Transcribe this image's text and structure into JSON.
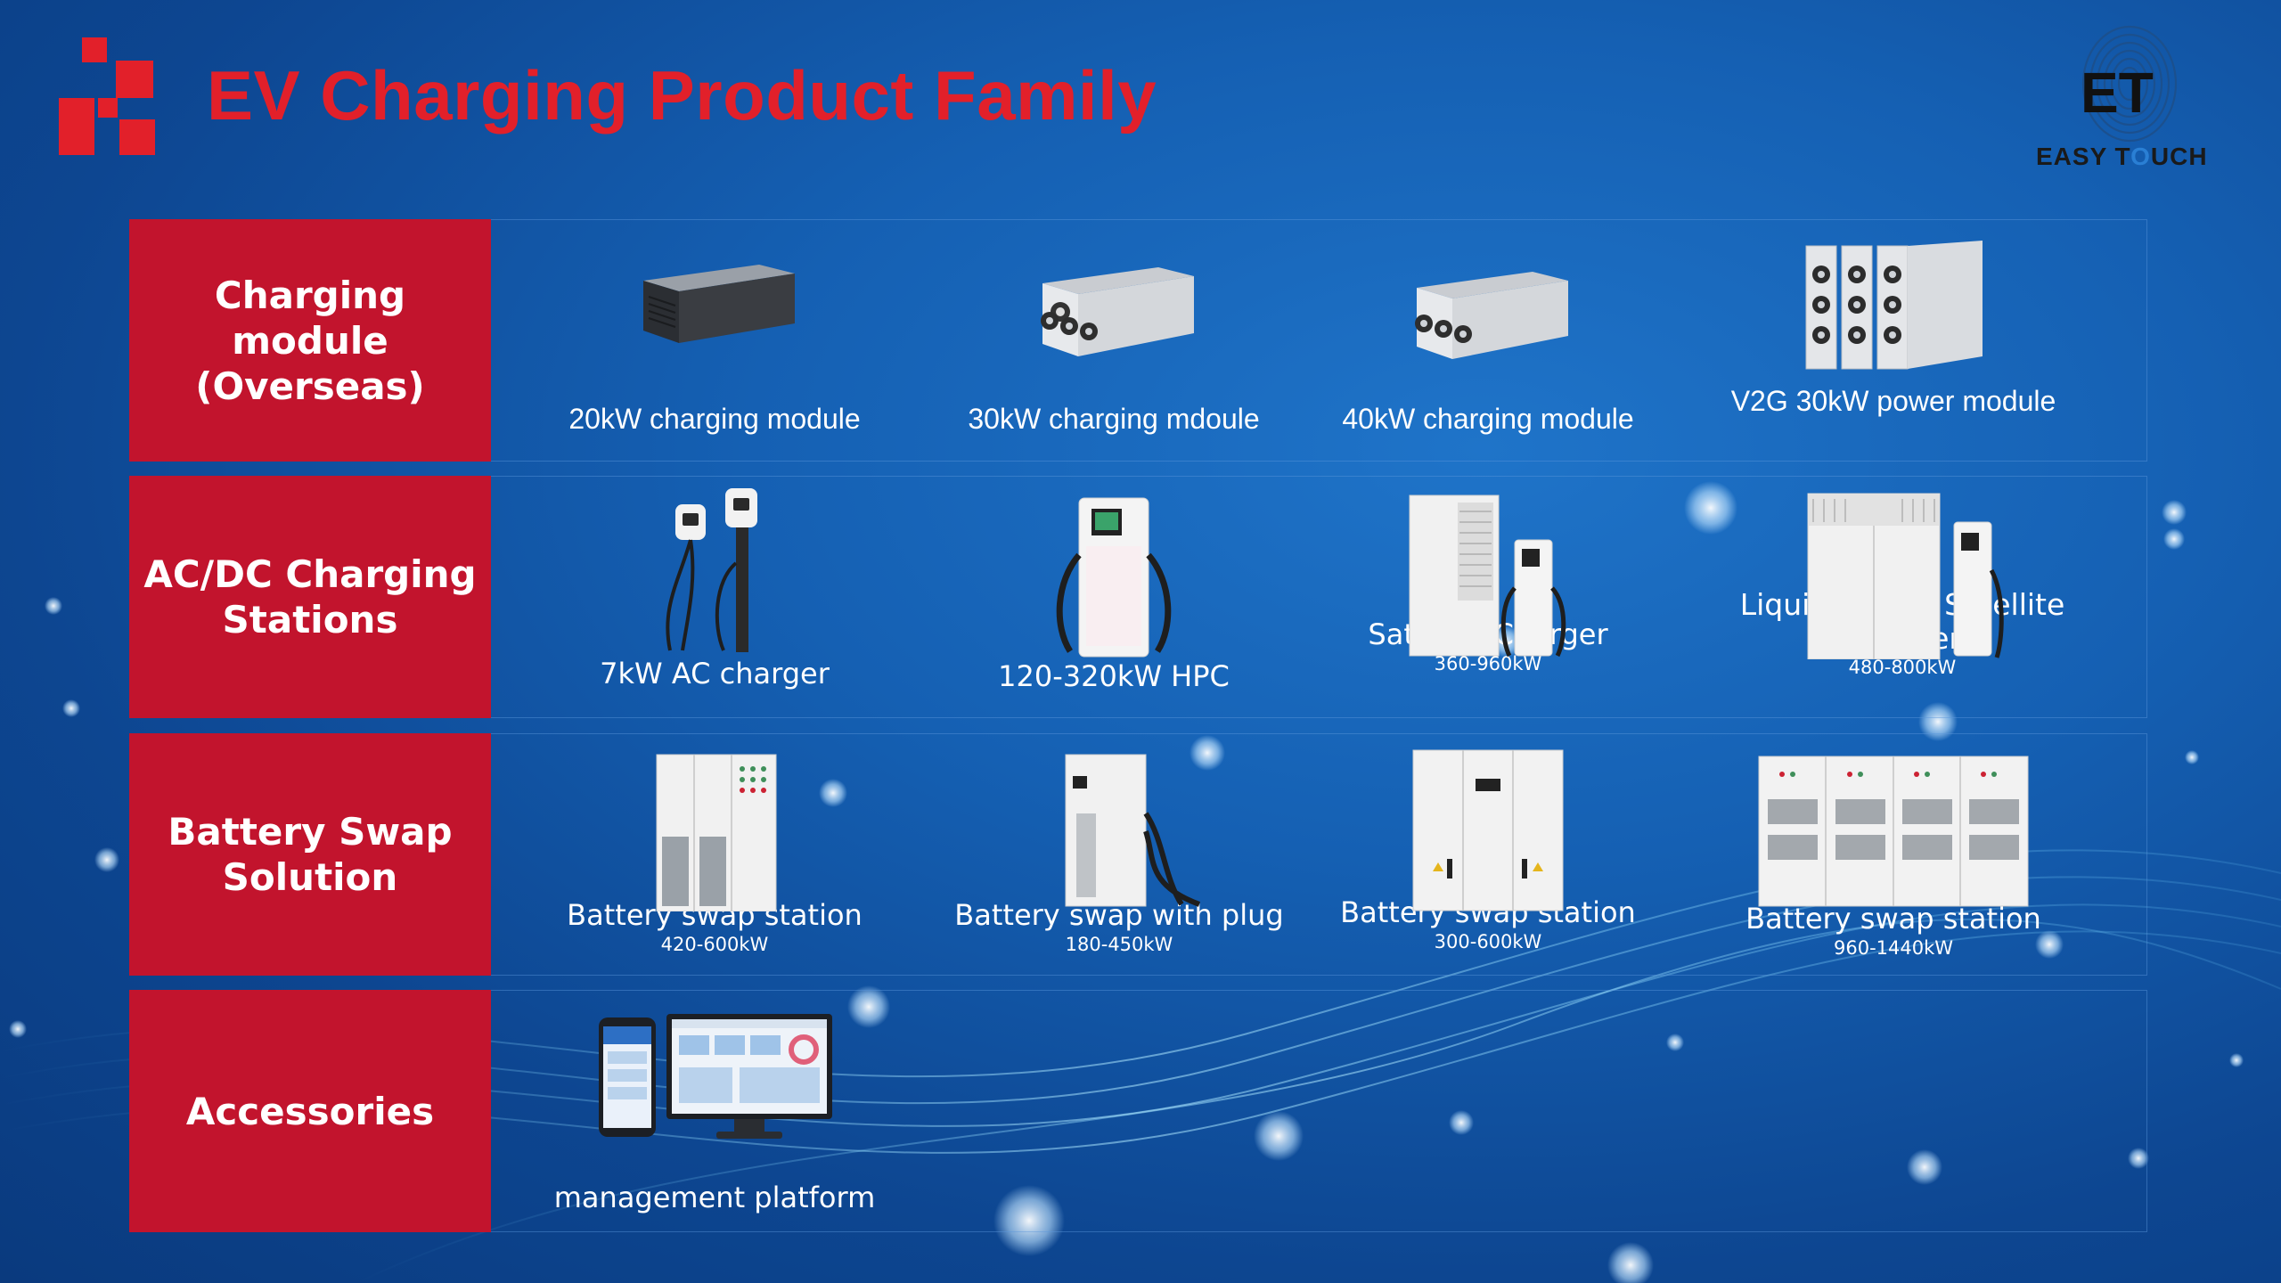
{
  "title": "EV Charging Product Family",
  "brand": {
    "prefix": "EASY T",
    "highlight": "O",
    "suffix": "UCH",
    "monogram": "ET"
  },
  "colors": {
    "accent_red": "#e2202a",
    "category_red": "#c2142d",
    "background_blue": "#1560b3"
  },
  "categories": [
    {
      "label": "Charging\nmodule\n(Overseas)",
      "items": [
        {
          "name": "20kW charging module",
          "icon": "charging-module-black-icon"
        },
        {
          "name": "30kW charging mdoule",
          "icon": "charging-module-3fan-icon"
        },
        {
          "name": "40kW charging module",
          "icon": "charging-module-3fan-icon"
        },
        {
          "name": "V2G 30kW power module",
          "icon": "v2g-power-module-icon"
        }
      ]
    },
    {
      "label": "AC/DC Charging\nStations",
      "items": [
        {
          "name": "7kW AC charger",
          "spec": "",
          "icon": "ac-charger-icon"
        },
        {
          "name": "120-320kW HPC",
          "spec": "",
          "icon": "hpc-charger-icon"
        },
        {
          "name": "Satellite Charger",
          "spec": "360-960kW",
          "icon": "satellite-charger-icon"
        },
        {
          "name": "Liquid cooled Satellite Charger",
          "spec": "480-800kW",
          "icon": "liquid-cooled-charger-icon"
        }
      ]
    },
    {
      "label": "Battery Swap\nSolution",
      "items": [
        {
          "name": "Battery swap station",
          "spec": "420-600kW",
          "icon": "swap-cabinet-icon"
        },
        {
          "name": "Battery swap with plug",
          "spec": "180-450kW",
          "icon": "swap-plug-icon"
        },
        {
          "name": "Battery swap station",
          "spec": "300-600kW",
          "icon": "swap-cabinet-wide-icon"
        },
        {
          "name": "Battery swap station",
          "spec": "960-1440kW",
          "icon": "swap-cabinet-large-icon"
        }
      ]
    },
    {
      "label": "Accessories",
      "items": [
        {
          "name": "management platform",
          "icon": "management-platform-icon"
        }
      ]
    }
  ]
}
